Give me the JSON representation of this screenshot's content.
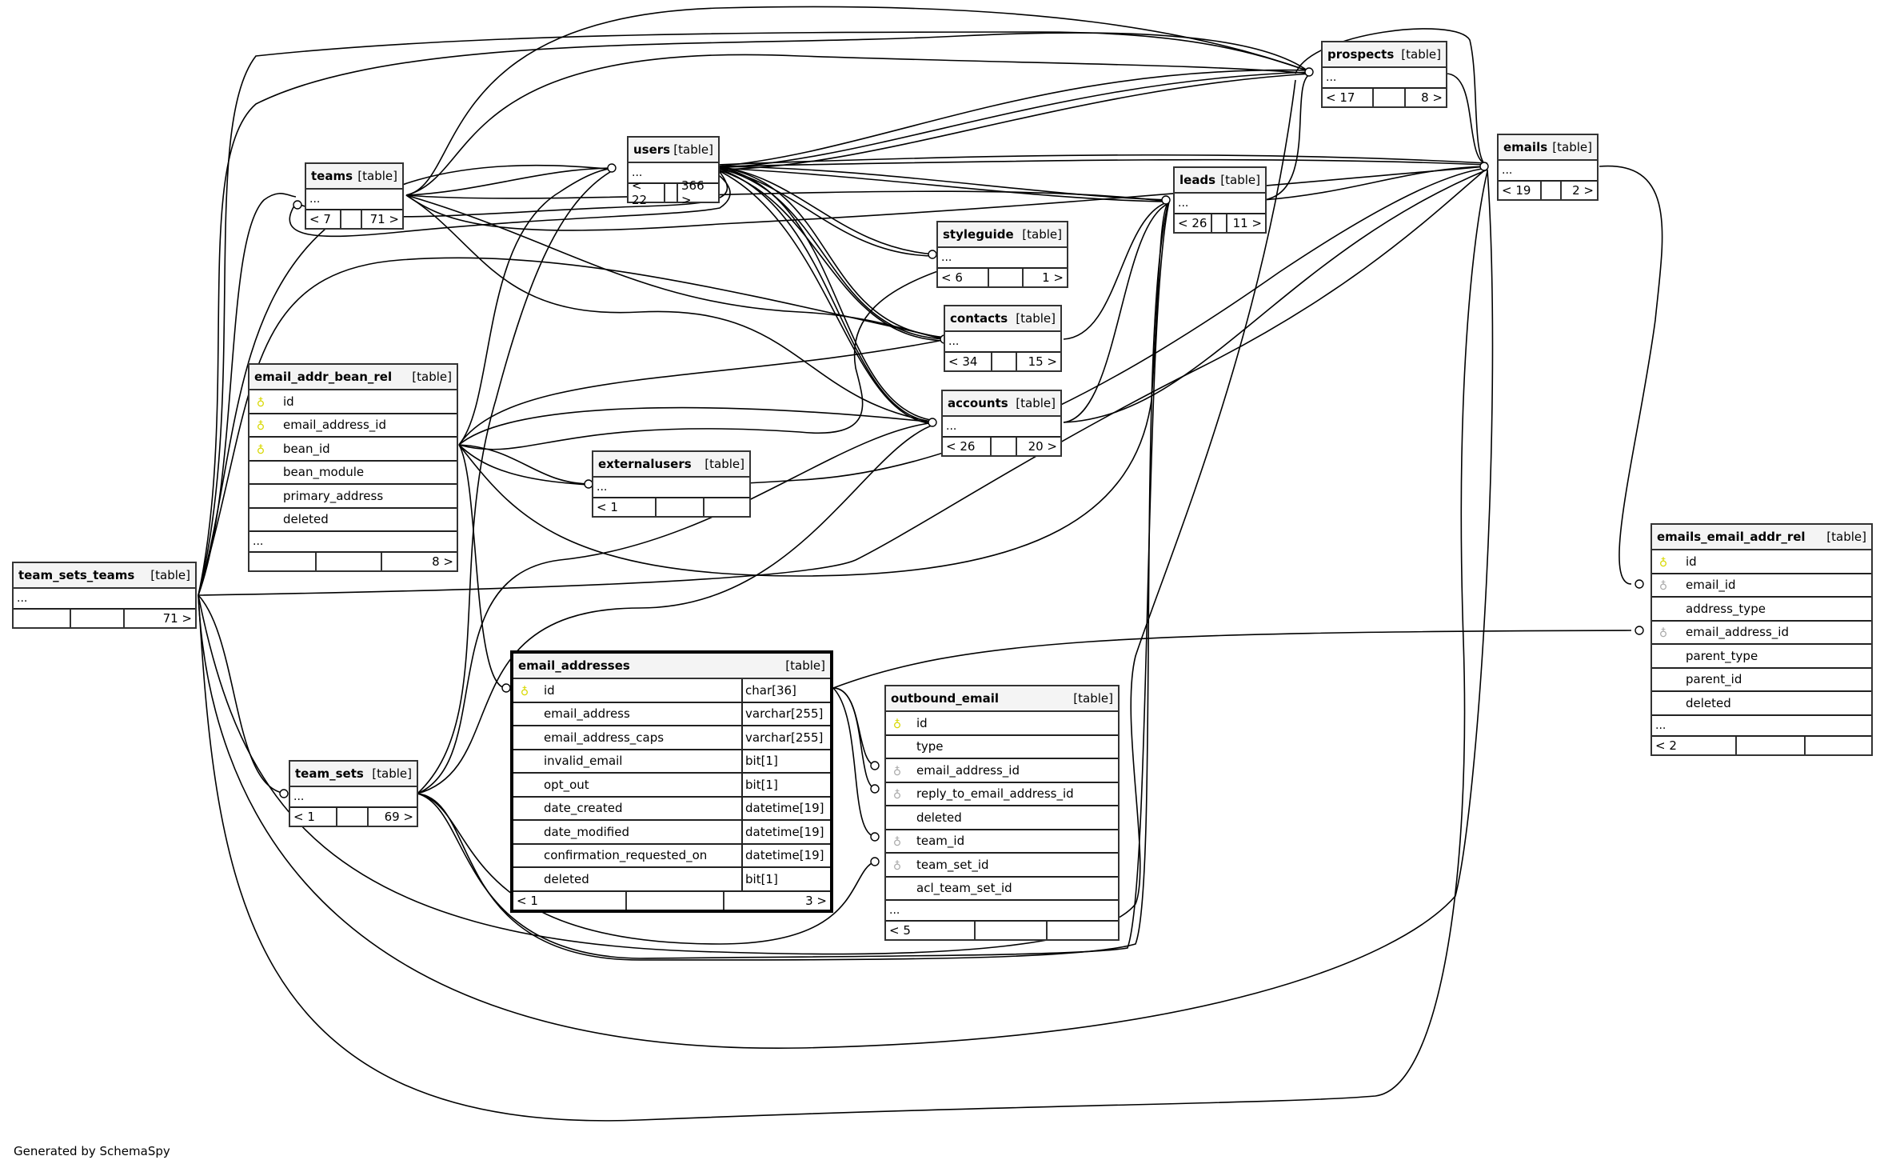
{
  "footer": "Generated by SchemaSpy",
  "table_tag": "[table]",
  "ellipsis": "...",
  "tables": {
    "prospects": {
      "name": "prospects",
      "parents": "< 17",
      "children": "8 >"
    },
    "users": {
      "name": "users",
      "parents": "< 22",
      "children": "366 >"
    },
    "teams": {
      "name": "teams",
      "parents": "< 7",
      "children": "71 >"
    },
    "leads": {
      "name": "leads",
      "parents": "< 26",
      "children": "11 >"
    },
    "emails": {
      "name": "emails",
      "parents": "< 19",
      "children": "2 >"
    },
    "styleguide": {
      "name": "styleguide",
      "parents": "< 6",
      "children": "1 >"
    },
    "contacts": {
      "name": "contacts",
      "parents": "< 34",
      "children": "15 >"
    },
    "accounts": {
      "name": "accounts",
      "parents": "< 26",
      "children": "20 >"
    },
    "externalusers": {
      "name": "externalusers",
      "parents": "< 1",
      "children": ""
    },
    "team_sets_teams": {
      "name": "team_sets_teams",
      "parents": "",
      "children": "71 >"
    },
    "team_sets": {
      "name": "team_sets",
      "parents": "< 1",
      "children": "69 >"
    },
    "email_addr_bean_rel": {
      "name": "email_addr_bean_rel",
      "parents": "",
      "children": "8 >",
      "columns": [
        {
          "name": "id",
          "key": "primary-key"
        },
        {
          "name": "email_address_id",
          "key": "primary-key"
        },
        {
          "name": "bean_id",
          "key": "primary-key"
        },
        {
          "name": "bean_module",
          "key": ""
        },
        {
          "name": "primary_address",
          "key": ""
        },
        {
          "name": "deleted",
          "key": ""
        }
      ]
    },
    "email_addresses": {
      "name": "email_addresses",
      "parents": "< 1",
      "children": "3 >",
      "columns": [
        {
          "name": "id",
          "type": "char[36]",
          "key": "primary-key"
        },
        {
          "name": "email_address",
          "type": "varchar[255]",
          "key": ""
        },
        {
          "name": "email_address_caps",
          "type": "varchar[255]",
          "key": ""
        },
        {
          "name": "invalid_email",
          "type": "bit[1]",
          "key": ""
        },
        {
          "name": "opt_out",
          "type": "bit[1]",
          "key": ""
        },
        {
          "name": "date_created",
          "type": "datetime[19]",
          "key": ""
        },
        {
          "name": "date_modified",
          "type": "datetime[19]",
          "key": ""
        },
        {
          "name": "confirmation_requested_on",
          "type": "datetime[19]",
          "key": ""
        },
        {
          "name": "deleted",
          "type": "bit[1]",
          "key": ""
        }
      ]
    },
    "outbound_email": {
      "name": "outbound_email",
      "parents": "< 5",
      "children": "",
      "columns": [
        {
          "name": "id",
          "key": "primary-key"
        },
        {
          "name": "type",
          "key": ""
        },
        {
          "name": "email_address_id",
          "key": "foreign-key"
        },
        {
          "name": "reply_to_email_address_id",
          "key": "foreign-key"
        },
        {
          "name": "deleted",
          "key": ""
        },
        {
          "name": "team_id",
          "key": "foreign-key"
        },
        {
          "name": "team_set_id",
          "key": "foreign-key"
        },
        {
          "name": "acl_team_set_id",
          "key": ""
        }
      ]
    },
    "emails_email_addr_rel": {
      "name": "emails_email_addr_rel",
      "parents": "< 2",
      "children": "",
      "columns": [
        {
          "name": "id",
          "key": "primary-key"
        },
        {
          "name": "email_id",
          "key": "foreign-key"
        },
        {
          "name": "address_type",
          "key": ""
        },
        {
          "name": "email_address_id",
          "key": "foreign-key"
        },
        {
          "name": "parent_type",
          "key": ""
        },
        {
          "name": "parent_id",
          "key": ""
        },
        {
          "name": "deleted",
          "key": ""
        }
      ]
    }
  },
  "relationships": [
    {
      "from": "teams",
      "to": "users"
    },
    {
      "from": "teams",
      "to": "prospects"
    },
    {
      "from": "teams",
      "to": "leads"
    },
    {
      "from": "teams",
      "to": "contacts"
    },
    {
      "from": "teams",
      "to": "accounts"
    },
    {
      "from": "teams",
      "to": "emails"
    },
    {
      "from": "users",
      "to": "prospects"
    },
    {
      "from": "users",
      "to": "leads"
    },
    {
      "from": "users",
      "to": "emails"
    },
    {
      "from": "users",
      "to": "styleguide"
    },
    {
      "from": "users",
      "to": "contacts"
    },
    {
      "from": "users",
      "to": "accounts"
    },
    {
      "from": "users",
      "to": "teams"
    },
    {
      "from": "team_sets_teams",
      "to": "teams"
    },
    {
      "from": "team_sets_teams",
      "to": "users"
    },
    {
      "from": "team_sets_teams",
      "to": "prospects"
    },
    {
      "from": "team_sets_teams",
      "to": "emails"
    },
    {
      "from": "team_sets_teams",
      "to": "team_sets"
    },
    {
      "from": "team_sets",
      "to": "accounts"
    },
    {
      "from": "team_sets",
      "to": "leads"
    },
    {
      "from": "team_sets",
      "to": "outbound_email.team_set_id"
    },
    {
      "from": "email_addr_bean_rel",
      "to": "externalusers"
    },
    {
      "from": "email_addr_bean_rel",
      "to": "email_addresses"
    },
    {
      "from": "email_addr_bean_rel",
      "to": "contacts"
    },
    {
      "from": "email_addr_bean_rel",
      "to": "accounts"
    },
    {
      "from": "email_addresses",
      "to": "outbound_email.email_address_id"
    },
    {
      "from": "email_addresses",
      "to": "outbound_email.reply_to_email_address_id"
    },
    {
      "from": "email_addresses",
      "to": "emails_email_addr_rel.email_address_id"
    },
    {
      "from": "contacts",
      "to": "leads"
    },
    {
      "from": "accounts",
      "to": "leads"
    },
    {
      "from": "accounts",
      "to": "emails"
    },
    {
      "from": "leads",
      "to": "emails"
    },
    {
      "from": "prospects",
      "to": "emails"
    },
    {
      "from": "emails",
      "to": "emails_email_addr_rel.email_id"
    }
  ]
}
